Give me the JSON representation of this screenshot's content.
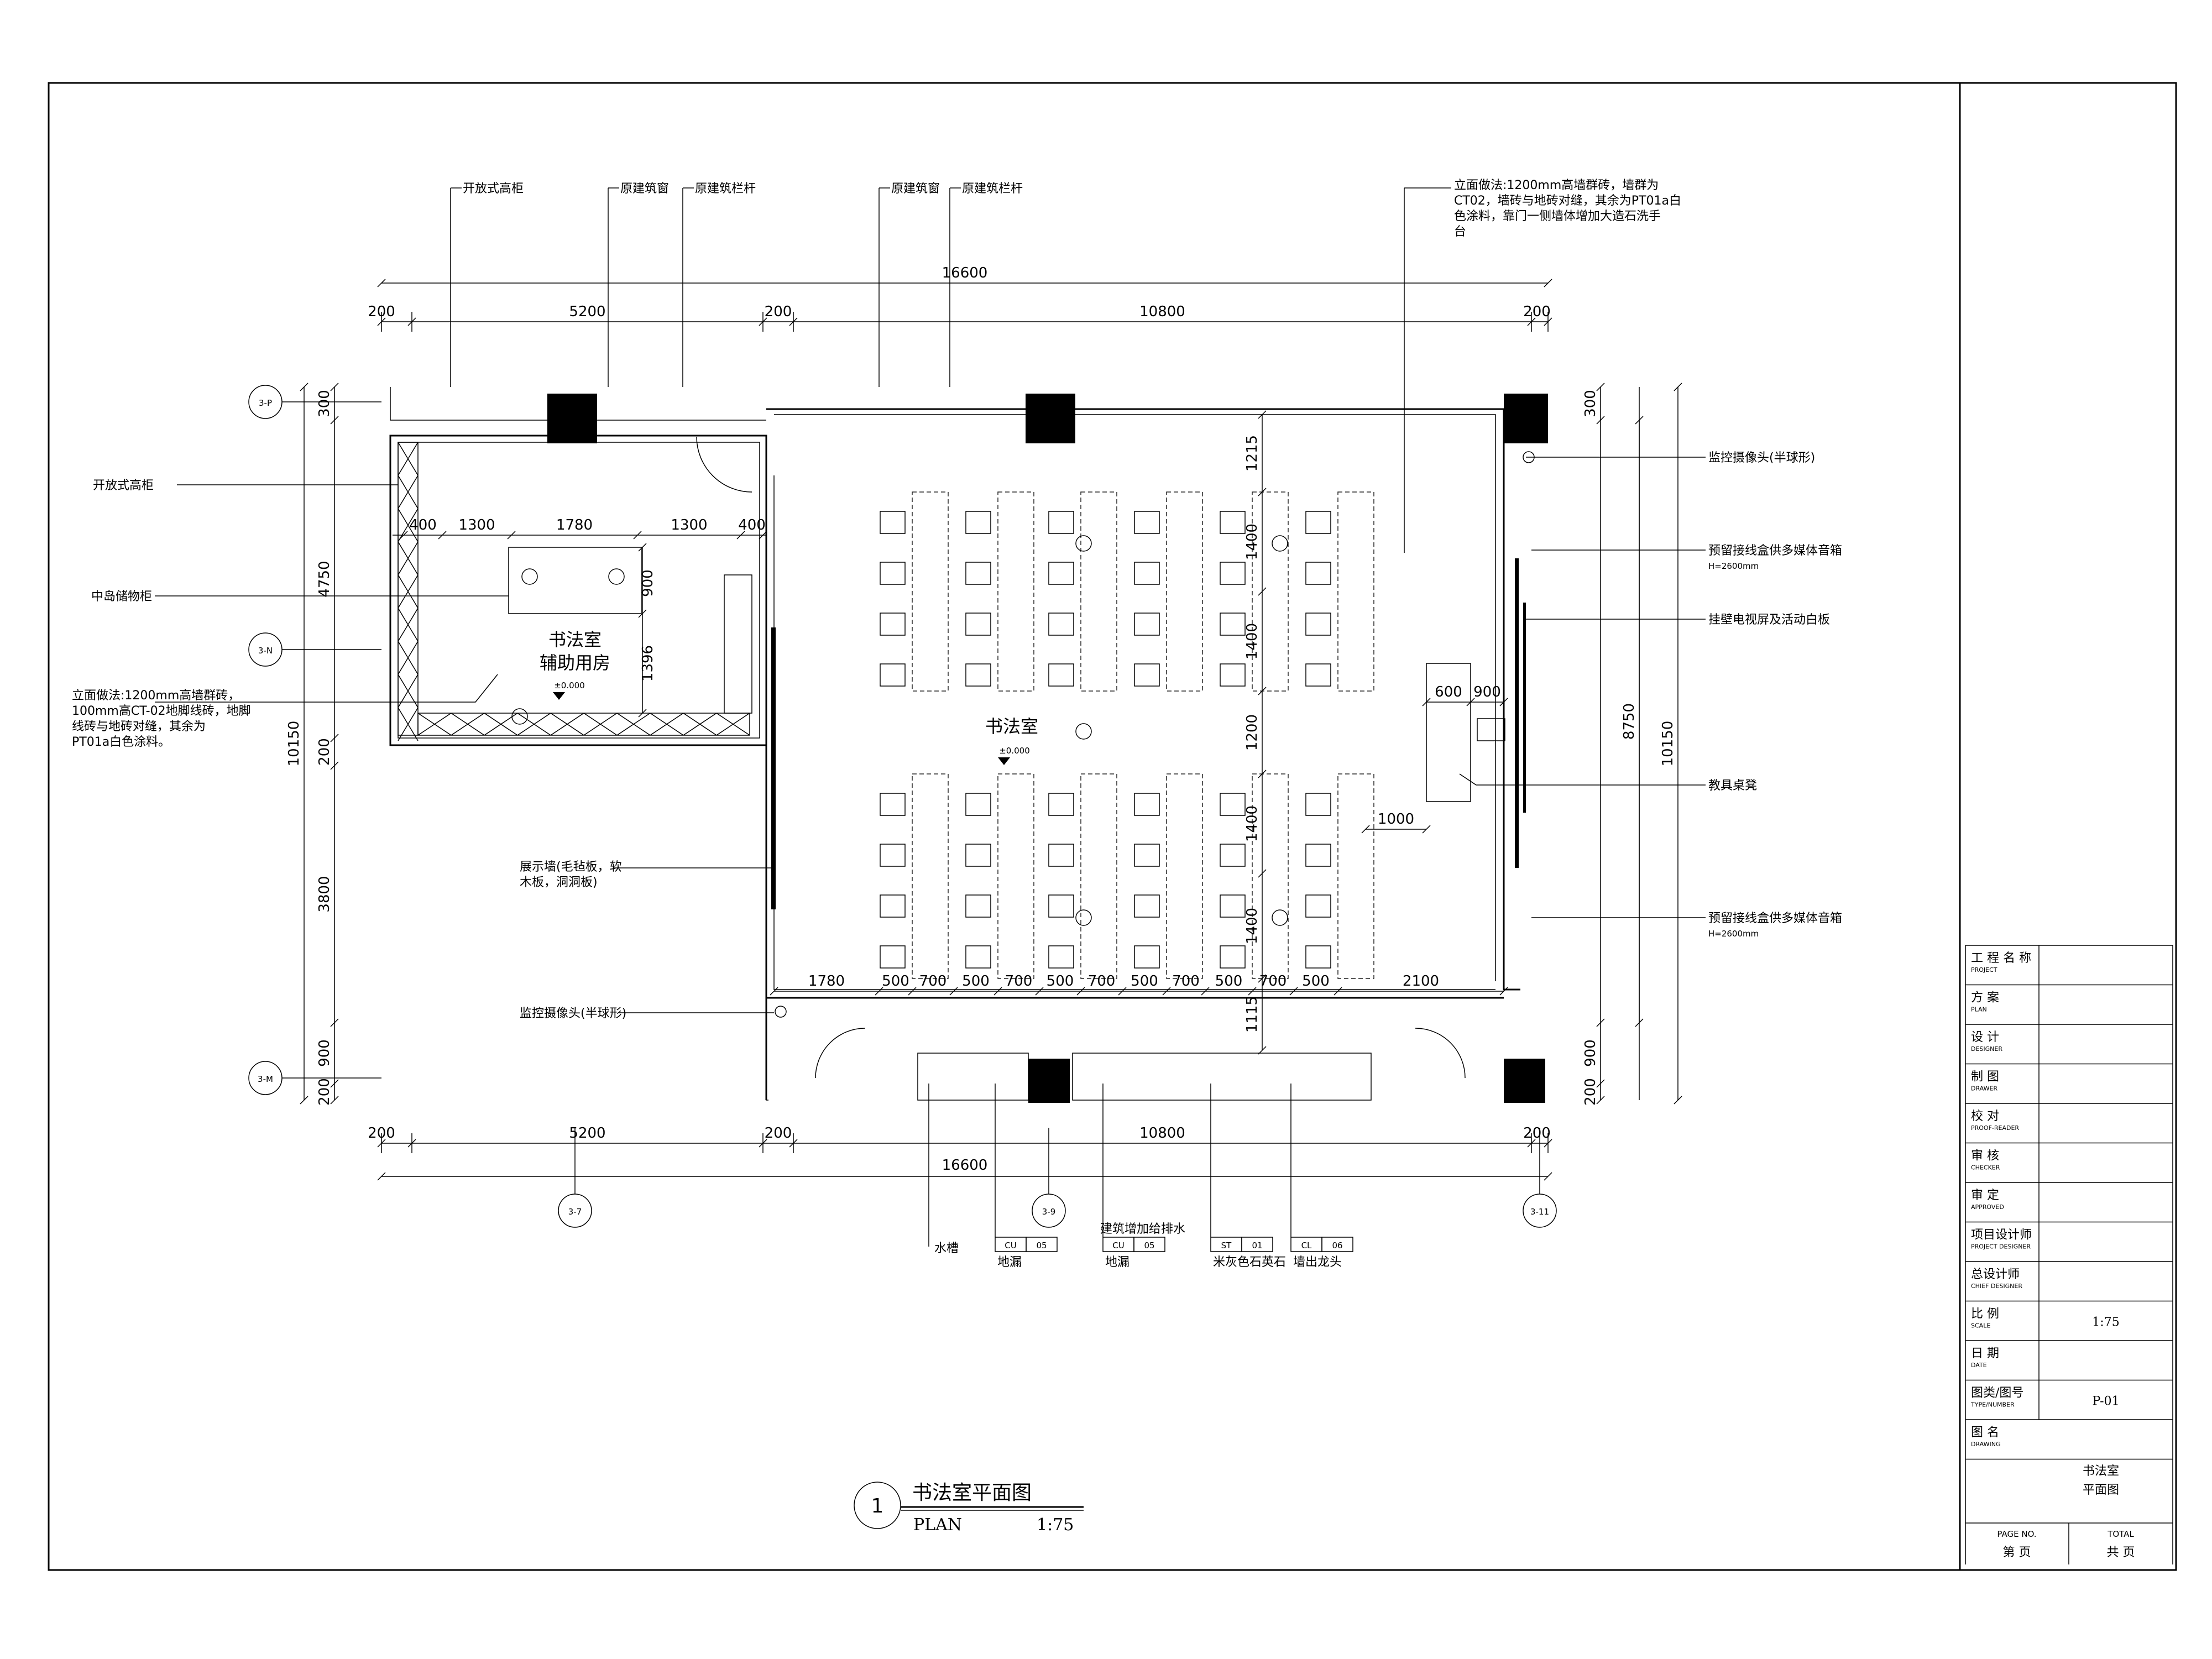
{
  "drawing": {
    "title": "书法室平面图",
    "title_number": "1",
    "plan_label": "PLAN",
    "plan_scale": "1:75",
    "room_main_name": "书法室",
    "room_main_level": "±0.000",
    "room_aux_name_1": "书法室",
    "room_aux_name_2": "辅助用房",
    "room_aux_level": "±0.000"
  },
  "dimensions": {
    "top_total": "16600",
    "top_segments": [
      "200",
      "5200",
      "200",
      "10800",
      "200"
    ],
    "bottom_total": "16600",
    "bottom_segments": [
      "200",
      "5200",
      "200",
      "10800",
      "200"
    ],
    "left_total": "10150",
    "left_segments": [
      "300",
      "4750",
      "200",
      "3800",
      "900",
      "200"
    ],
    "right_total": "10150",
    "right_sub": "8750",
    "right_segments": [
      "300",
      "900",
      "200"
    ],
    "aux_row": [
      "400",
      "1300",
      "1780",
      "1300",
      "400"
    ],
    "aux_v": [
      "900",
      "1396"
    ],
    "main_bottom": [
      "1780",
      "500",
      "700",
      "500",
      "700",
      "500",
      "700",
      "500",
      "700",
      "500",
      "700",
      "500",
      "2100"
    ],
    "main_v": [
      "1215",
      "1400",
      "1400",
      "1200",
      "1400",
      "1400",
      "1115"
    ],
    "teacher_desk": [
      "600",
      "900"
    ],
    "aisle": "1000"
  },
  "grids": [
    "3-P",
    "3-N",
    "3-M",
    "3-7",
    "3-9",
    "3-11"
  ],
  "annotations": {
    "top_open_cabinet": "开放式高柜",
    "top_window_1": "原建筑窗",
    "top_railing_1": "原建筑栏杆",
    "top_window_2": "原建筑窗",
    "top_railing_2": "原建筑栏杆",
    "elev_right_lines": [
      "立面做法:1200mm高墙群砖，墙群为",
      "CT02，墙砖与地砖对缝，其余为PT01a白",
      "色涂料，靠门一侧墙体增加大造石洗手",
      "台"
    ],
    "left_open_cabinet": "开放式高柜",
    "left_island": "中岛储物柜",
    "elev_left_lines": [
      "立面做法:1200mm高墙群砖，",
      "100mm高CT-02地脚线砖，地脚",
      "线砖与地砖对缝，其余为",
      "PT01a白色涂料。"
    ],
    "display_wall_lines": [
      "展示墙(毛毡板，软",
      "木板，洞洞板)"
    ],
    "camera_left": "监控摄像头(半球形)",
    "camera_right": "监控摄像头(半球形)",
    "speaker_1_lines": [
      "预留接线盒供多媒体音箱",
      "H=2600mm"
    ],
    "tv_board": "挂壁电视屏及活动白板",
    "teacher_table": "教具桌凳",
    "speaker_2_lines": [
      "预留接线盒供多媒体音箱",
      "H=2600mm"
    ],
    "sink": "水槽",
    "drain_supply": "建筑增加给排水",
    "tags": [
      {
        "code": "CU",
        "num": "05",
        "desc": "地漏"
      },
      {
        "code": "CU",
        "num": "05",
        "desc": "地漏"
      },
      {
        "code": "ST",
        "num": "01",
        "desc": "米灰色石英石"
      },
      {
        "code": "CL",
        "num": "06",
        "desc": "墙出龙头"
      }
    ]
  },
  "title_block": {
    "rows": [
      {
        "cn": "工 程 名 称",
        "en": "PROJECT",
        "value": ""
      },
      {
        "cn": "方 案",
        "en": "PLAN",
        "value": ""
      },
      {
        "cn": "设 计",
        "en": "DESIGNER",
        "value": ""
      },
      {
        "cn": "制 图",
        "en": "DRAWER",
        "value": ""
      },
      {
        "cn": "校 对",
        "en": "PROOF-READER",
        "value": ""
      },
      {
        "cn": "审 核",
        "en": "CHECKER",
        "value": ""
      },
      {
        "cn": "审 定",
        "en": "APPROVED",
        "value": ""
      },
      {
        "cn": "项目设计师",
        "en": "PROJECT DESIGNER",
        "value": ""
      },
      {
        "cn": "总设计师",
        "en": "CHIEF DESIGNER",
        "value": ""
      },
      {
        "cn": "比 例",
        "en": "SCALE",
        "value": "1:75"
      },
      {
        "cn": "日 期",
        "en": "DATE",
        "value": ""
      },
      {
        "cn": "图类/图号",
        "en": "TYPE/NUMBER",
        "value": "P-01"
      },
      {
        "cn": "图 名",
        "en": "DRAWING",
        "value": ""
      }
    ],
    "drawing_name_lines": [
      "书法室",
      "平面图"
    ],
    "page_no_en": "PAGE NO.",
    "page_no_cn": "第 页",
    "total_en": "TOTAL",
    "total_cn": "共 页"
  }
}
